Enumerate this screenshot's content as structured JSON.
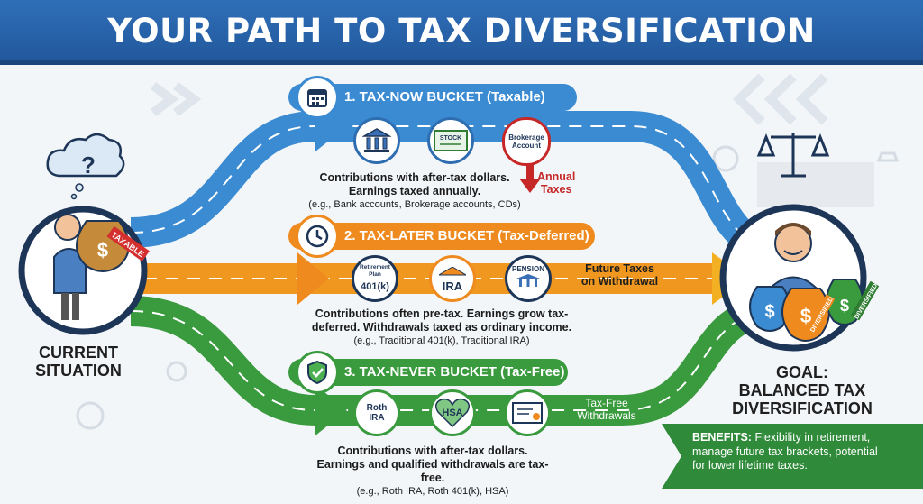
{
  "title": "YOUR PATH TO TAX DIVERSIFICATION",
  "current": {
    "line1": "CURRENT",
    "line2": "SITUATION",
    "bag_tag": "TAXABLE",
    "question": "?"
  },
  "goal": {
    "line1": "GOAL:",
    "line2": "BALANCED TAX",
    "line3": "DIVERSIFICATION",
    "tag1": "DIVERSIFIED",
    "tag2": "DIVERSIFIED"
  },
  "buckets": {
    "now": {
      "label": "1. TAX-NOW BUCKET (Taxable)",
      "main1": "Contributions with after-tax dollars.",
      "main2": "Earnings taxed annually.",
      "examples": "(e.g., Bank accounts, Brokerage accounts, CDs)",
      "stock_label": "STOCK",
      "brokerage1": "Brokerage",
      "brokerage2": "Account",
      "tax_note1": "Annual",
      "tax_note2": "Taxes"
    },
    "later": {
      "label": "2. TAX-LATER BUCKET (Tax-Deferred)",
      "main1": "Contributions often pre-tax. Earnings grow tax-",
      "main2": "deferred. Withdrawals taxed as ordinary income.",
      "examples": "(e.g., Traditional 401(k), Traditional IRA)",
      "plan1": "Retirement",
      "plan2": "Plan",
      "k401": "401(k)",
      "ira": "IRA",
      "pension": "PENSION",
      "tax_note1": "Future Taxes",
      "tax_note2": "on Withdrawal"
    },
    "never": {
      "label": "3. TAX-NEVER BUCKET (Tax-Free)",
      "main1": "Contributions with after-tax dollars.",
      "main2": "Earnings and qualified withdrawals are tax-free.",
      "examples": "(e.g., Roth IRA, Roth 401(k), HSA)",
      "roth1": "Roth",
      "roth2": "IRA",
      "hsa": "HSA",
      "tax_note1": "Tax-Free",
      "tax_note2": "Withdrawals"
    }
  },
  "benefits": {
    "heading": "BENEFITS:",
    "line1": " Flexibility in retirement,",
    "line2": "manage future tax brackets, potential",
    "line3": "for lower lifetime taxes."
  },
  "colors": {
    "blue": "#3b8bd2",
    "orange": "#ef8a1e",
    "green": "#3a9a3e",
    "navy": "#1d3557",
    "red": "#c62828"
  }
}
